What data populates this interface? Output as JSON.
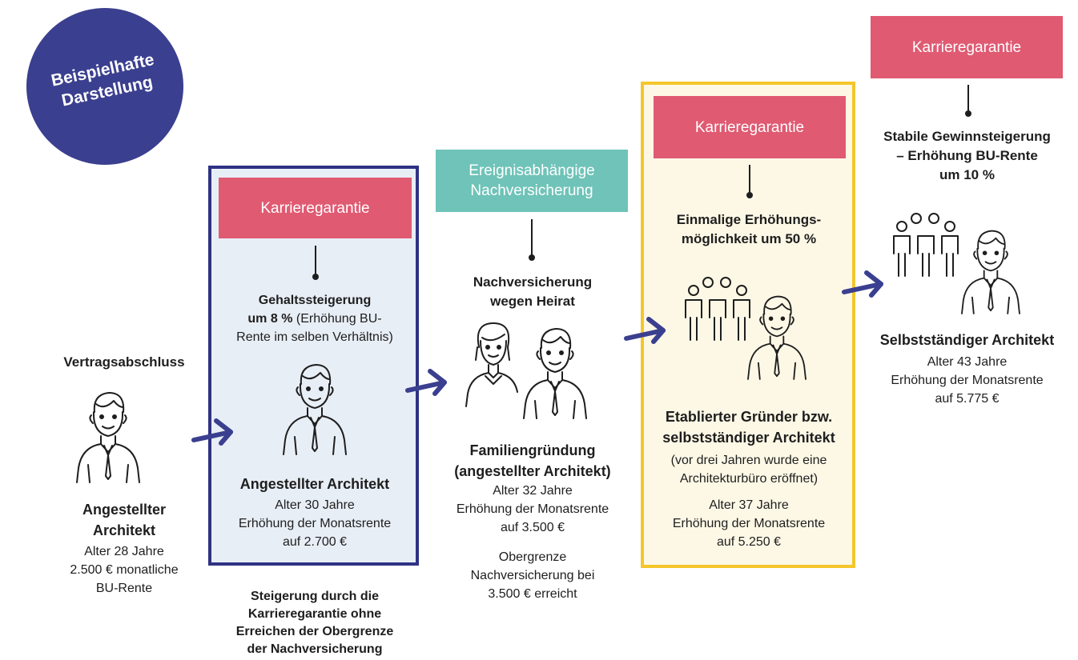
{
  "badge": {
    "line1": "Beispielhafte",
    "line2": "Darstellung"
  },
  "tags": {
    "karriere_1": "Karrieregarantie",
    "ereignis_line1": "Ereignisabhängige",
    "ereignis_line2": "Nachversicherung",
    "karriere_2": "Karrieregarantie",
    "karriere_3": "Karrieregarantie"
  },
  "stage1": {
    "event": "Vertragsabschluss",
    "title_line1": "Angestellter",
    "title_line2": "Architekt",
    "line1": "Alter 28 Jahre",
    "line2": "2.500 € monatliche",
    "line3": "BU-Rente"
  },
  "stage2": {
    "event_line1": "Gehaltssteigerung",
    "event_line2_bold": "um 8 %",
    "event_line2_rest": " (Erhöhung BU-",
    "event_line3": "Rente im selben Verhältnis)",
    "title": "Angestellter Architekt",
    "line1": "Alter 30 Jahre",
    "line2": "Erhöhung der Monatsrente",
    "line3": "auf 2.700 €",
    "note_line1": "Steigerung durch die",
    "note_line2": "Karrieregarantie ohne",
    "note_line3": "Erreichen der Obergrenze",
    "note_line4": "der Nachversicherung"
  },
  "stage3": {
    "event_line1": "Nachversicherung",
    "event_line2": "wegen Heirat",
    "title_line1": "Familiengründung",
    "title_line2": "(angestellter Architekt)",
    "line1": "Alter 32 Jahre",
    "line2": "Erhöhung der Monatsrente",
    "line3": "auf 3.500 €",
    "note_line1": "Obergrenze",
    "note_line2": "Nachversicherung bei",
    "note_line3": "3.500 € erreicht"
  },
  "stage4": {
    "event_line1": "Einmalige Erhöhungs-",
    "event_line2": "möglichkeit um 50 %",
    "title_line1": "Etablierter Gründer bzw.",
    "title_line2": "selbstständiger Architekt",
    "sub_line1": "(vor drei Jahren wurde eine",
    "sub_line2": "Architekturbüro eröffnet)",
    "line1": "Alter 37 Jahre",
    "line2": "Erhöhung der Monatsrente",
    "line3": "auf 5.250 €"
  },
  "stage5": {
    "event_line1": "Stabile Gewinnsteigerung",
    "event_line2": "– Erhöhung BU-Rente",
    "event_line3": "um 10 %",
    "title": "Selbstständiger Architekt",
    "line1": "Alter 43 Jahre",
    "line2": "Erhöhung der Monatsrente",
    "line3": "auf 5.775 €"
  },
  "colors": {
    "navy": "#2f3283",
    "badge": "#3b3f8f",
    "pink": "#e05a72",
    "teal": "#6fc3b8",
    "yellow": "#f4c62b",
    "light_blue": "#e8eef6",
    "light_yellow": "#fdf8e6"
  },
  "icons": [
    "employee-icon",
    "woman-icon",
    "team-icon",
    "arrow-right-icon"
  ]
}
